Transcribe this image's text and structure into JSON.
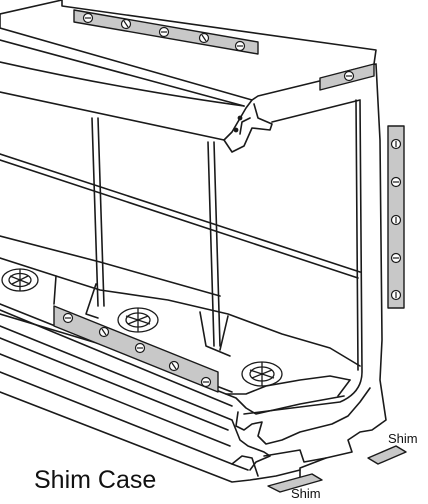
{
  "labels": {
    "title": "Shim Case",
    "shim_right": "Shim",
    "shim_bottom": "Shim"
  },
  "colors": {
    "line": "#1a1a1a",
    "shim_fill": "#c8c8c8",
    "background": "#ffffff"
  },
  "icons": {
    "fastener": "screw-head-icon",
    "fan": "fan-grille-icon"
  }
}
